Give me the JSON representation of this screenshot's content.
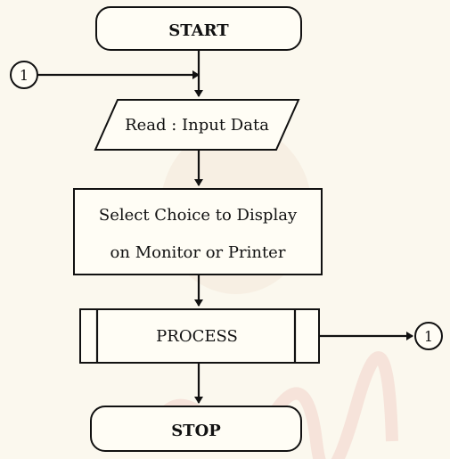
{
  "diagram": {
    "start_label": "START",
    "read_label": "Read : Input Data",
    "select_line1": "Select Choice to Display",
    "select_line2": "on Monitor or Printer",
    "process_label": "PROCESS",
    "stop_label": "STOP",
    "connector_in_label": "1",
    "connector_out_label": "1"
  },
  "colors": {
    "background": "#fbf8ee",
    "shape_fill": "#fffdf5",
    "stroke": "#111111",
    "watermark": "#e8c7c0"
  }
}
